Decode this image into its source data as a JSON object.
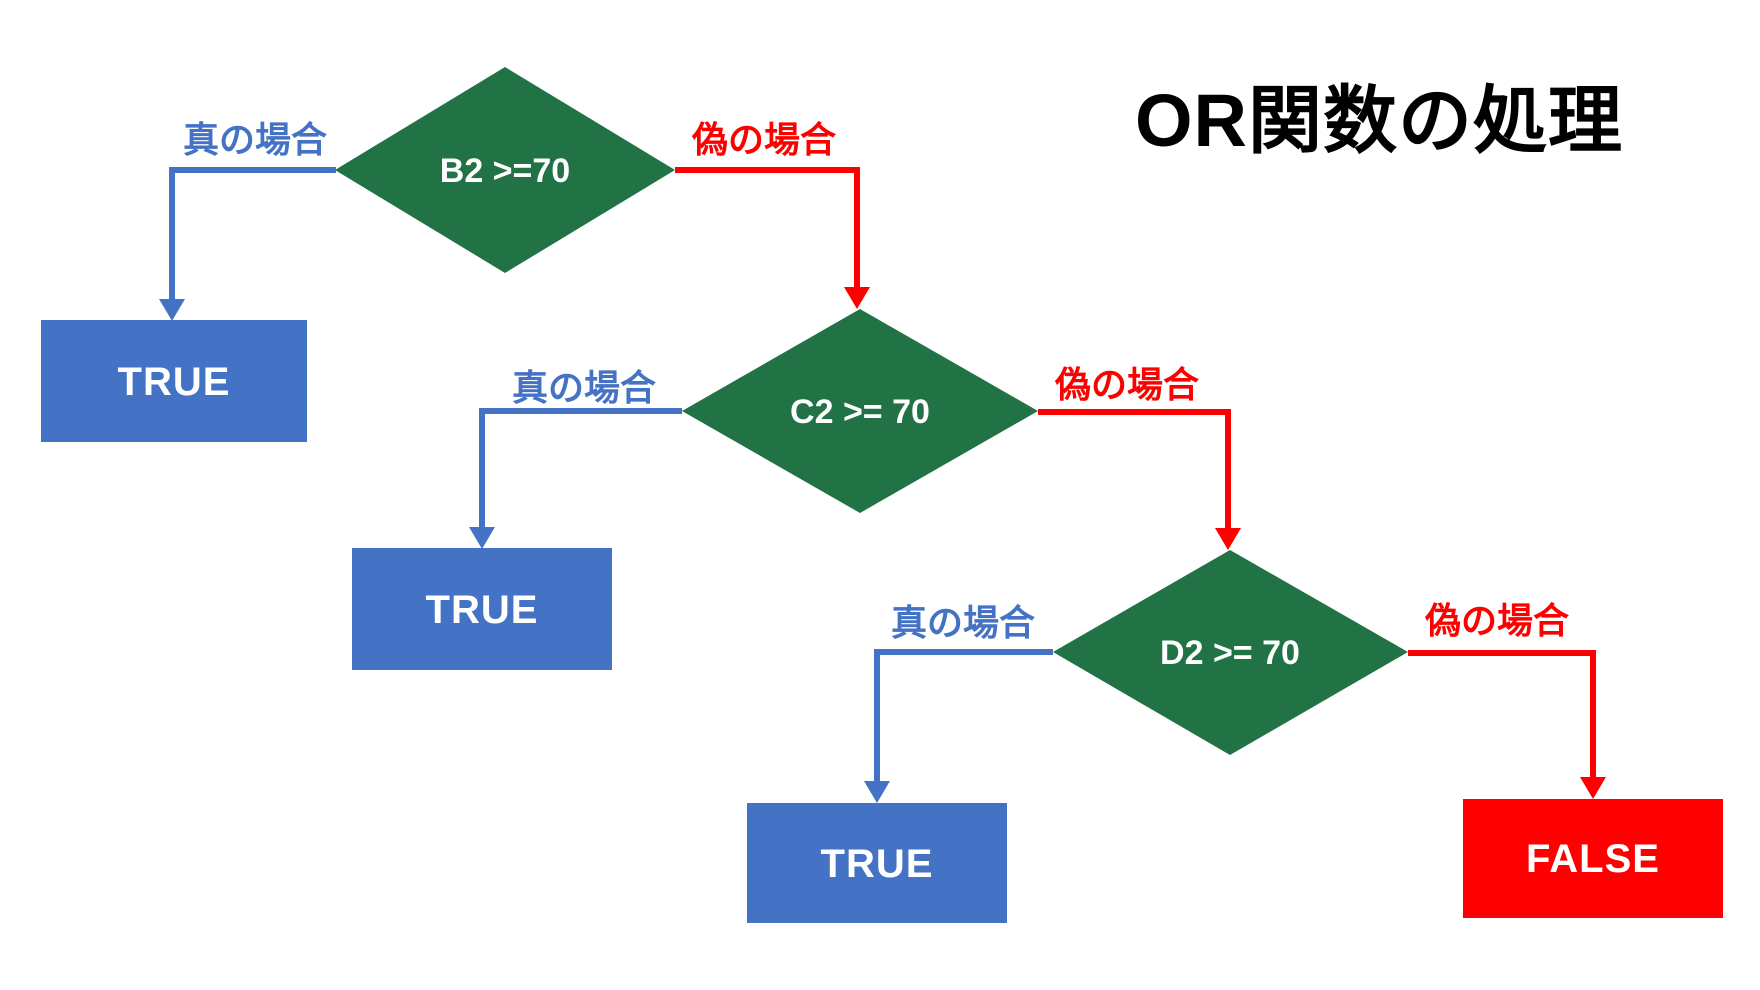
{
  "title": "OR関数の処理",
  "colors": {
    "green": "#217346",
    "blue": "#4472C4",
    "red": "#FF0000",
    "white": "#FFFFFF",
    "black": "#000000"
  },
  "branch_labels": {
    "true_case": "真の場合",
    "false_case": "偽の場合"
  },
  "decisions": [
    {
      "label": "B2 >=70"
    },
    {
      "label": "C2 >= 70"
    },
    {
      "label": "D2 >= 70"
    }
  ],
  "outcomes": {
    "true_label": "TRUE",
    "false_label": "FALSE"
  }
}
